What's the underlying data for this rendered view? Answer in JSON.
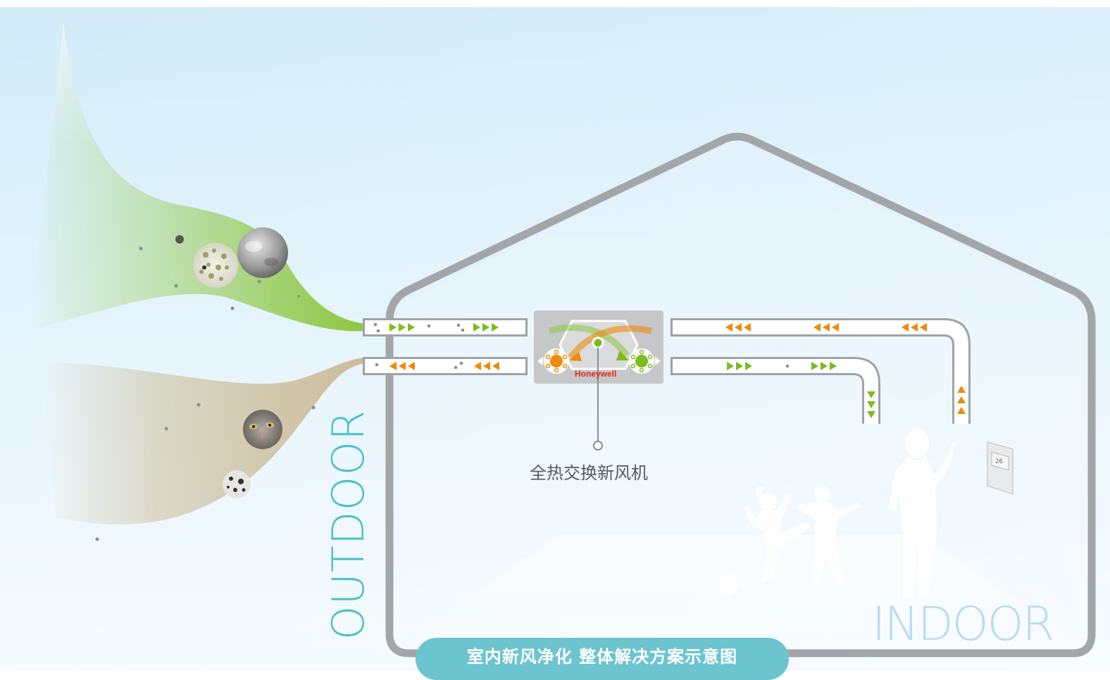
{
  "labels": {
    "outdoor": "OUTDOOR",
    "indoor": "INDOOR",
    "unit_caption": "全热交换新风机",
    "brand": "Honeywell",
    "banner": "室内新风净化 整体解决方案示意图"
  },
  "icons": {
    "outdoor_pollutants": [
      "pollen-icon",
      "dust-icon",
      "cat-icon",
      "dalmatian-icon"
    ],
    "people": [
      "girl-kicking-silhouette",
      "child-dancing-silhouette",
      "woman-silhouette"
    ],
    "devices": [
      "fresh-air-unit-icon",
      "wall-controller-icon"
    ]
  },
  "colors": {
    "background_top": "#d2ecf9",
    "background_bottom": "#f3faff",
    "fresh_air_green": "#8cc63f",
    "exhaust_air_tan": "#c9b993",
    "house_outline": "#a3a6a8",
    "arrow_green": "#7dbb1f",
    "arrow_orange": "#ef8a0a",
    "outdoor_text": "#4ec0cc",
    "indoor_text": "#b9dcef",
    "banner_fill": "#6cc4cf",
    "brand_red": "#e1251b"
  }
}
